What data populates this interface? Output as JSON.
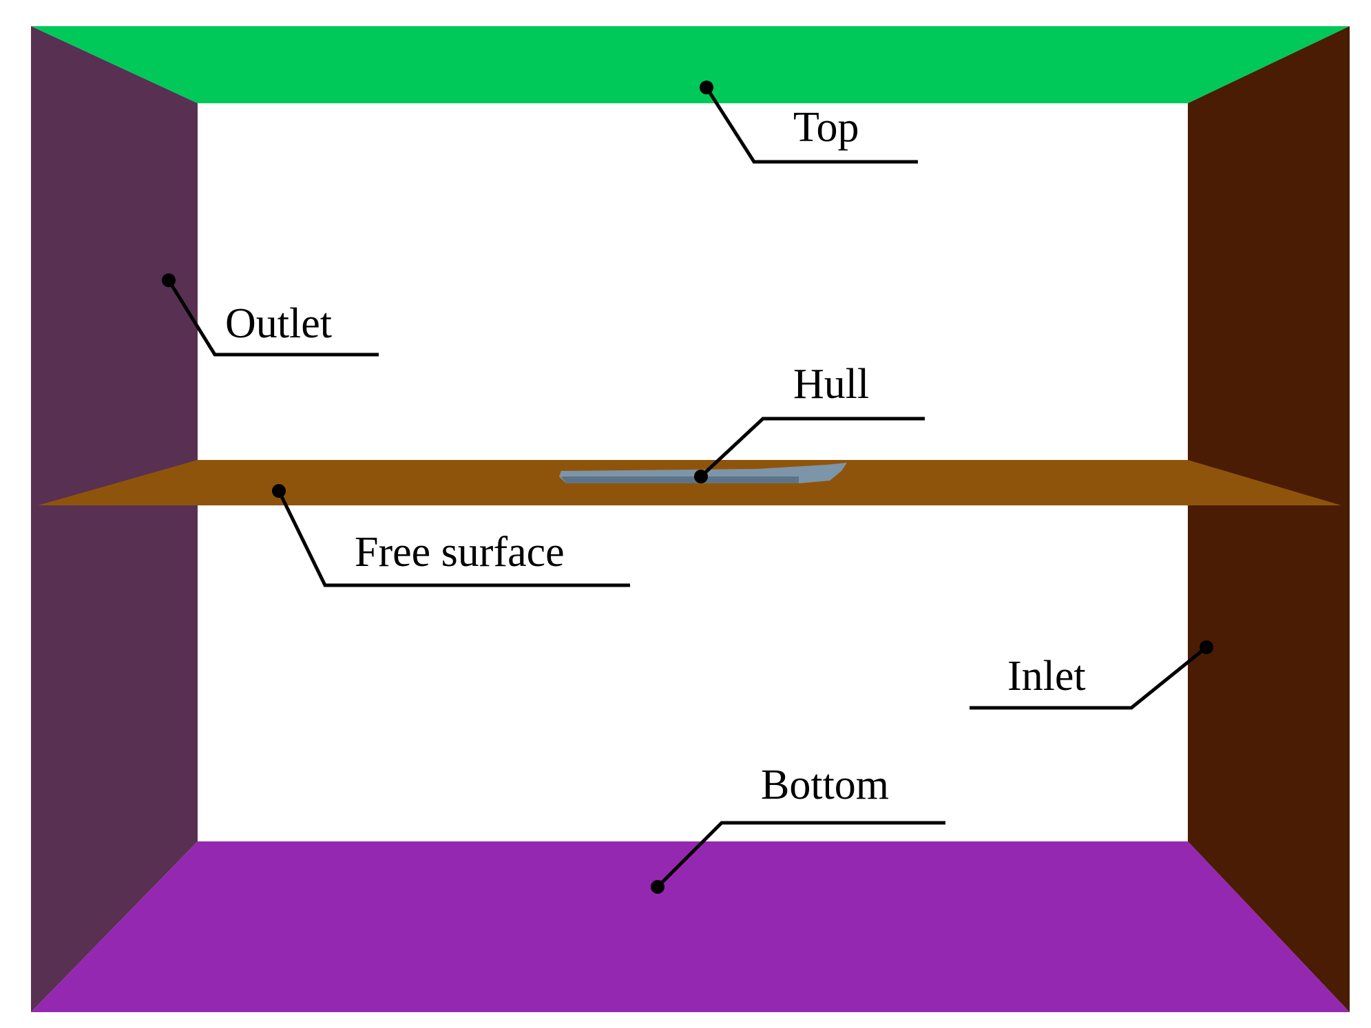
{
  "labels": {
    "top": "Top",
    "outlet": "Outlet",
    "hull": "Hull",
    "free_surface": "Free surface",
    "inlet": "Inlet",
    "bottom": "Bottom"
  },
  "colors": {
    "top": "#00c95a",
    "outlet": "#583052",
    "inlet": "#4a1c04",
    "bottom": "#9528b0",
    "free_surface": "#8f540b",
    "hull": "#7d95a8",
    "background": "#ffffff",
    "leader": "#000000"
  }
}
